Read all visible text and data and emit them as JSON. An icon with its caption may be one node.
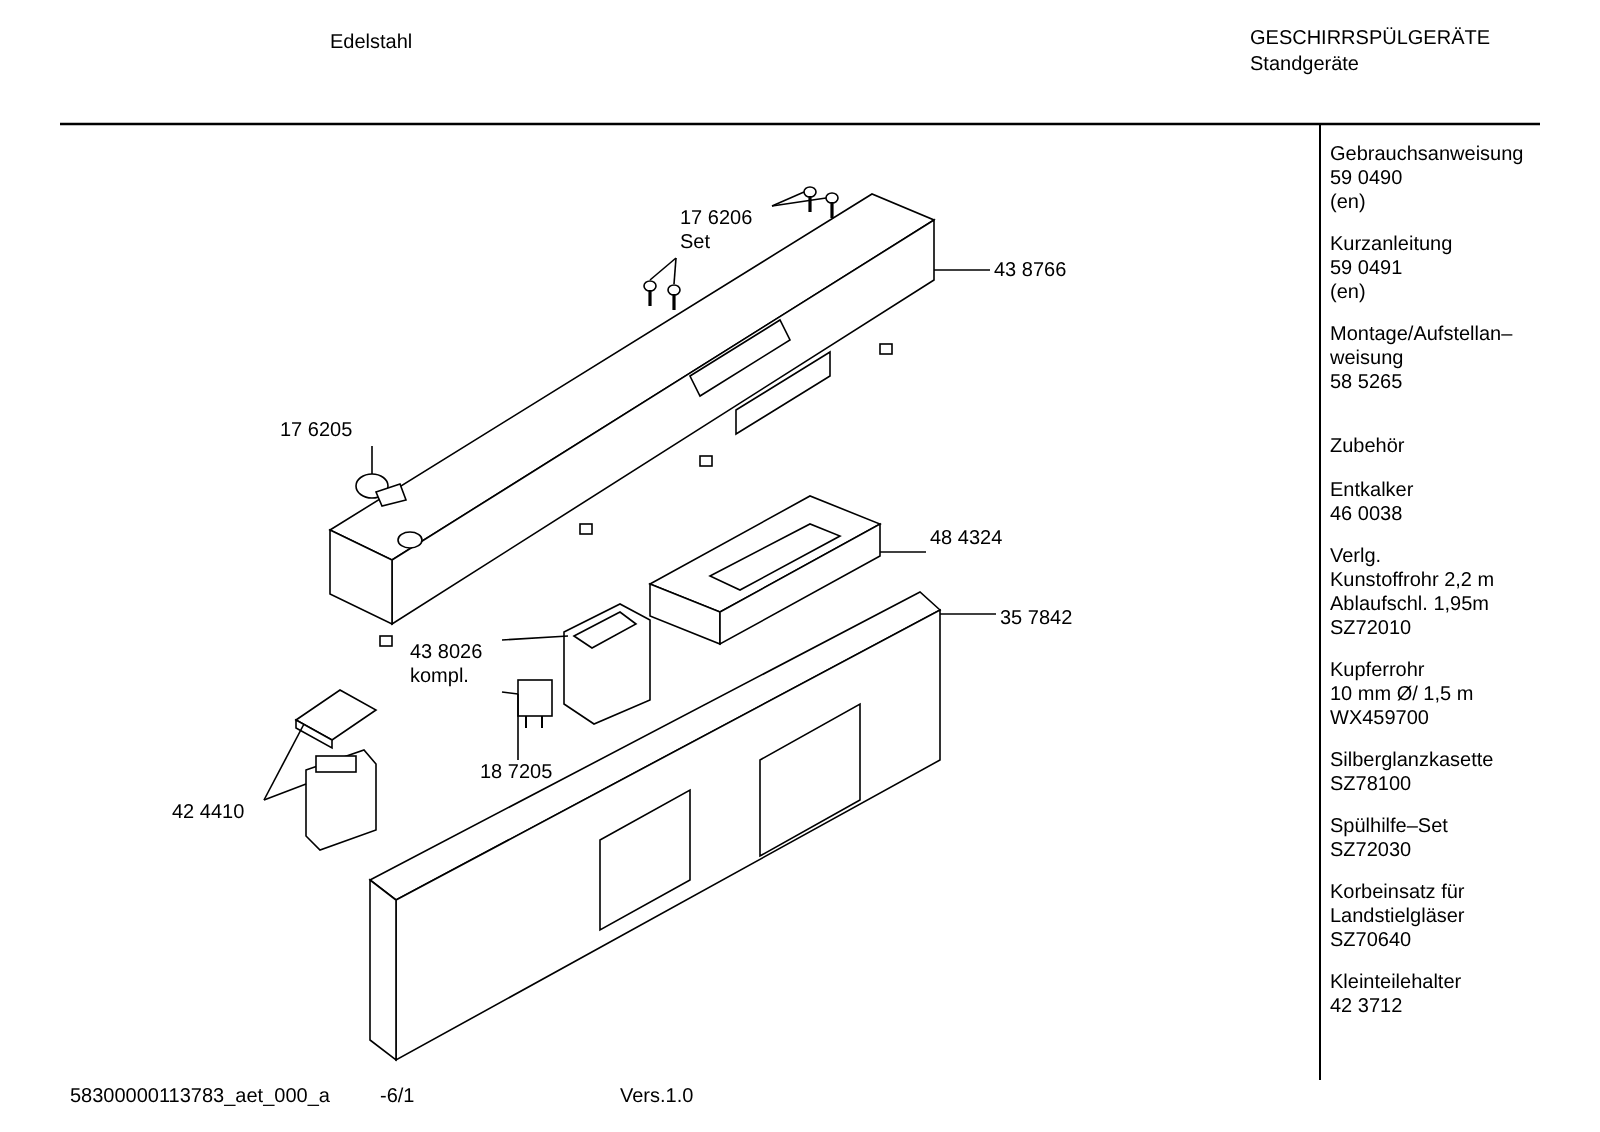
{
  "diagram": {
    "nodes": [
      {
        "text": [
          "17 6206 Set"
        ]
      },
      {
        "text": [],
        "shape": "picture"
      },
      {
        "text": [],
        "shape": "picture"
      },
      {
        "text": [],
        "shape": "picture"
      },
      {
        "text": [],
        "shape": "picture"
      },
      {
        "text": [
          "43 8766"
        ]
      },
      {
        "text": [],
        "shape": "picture"
      },
      {
        "text": [
          "17 6205"
        ]
      },
      {
        "text": [],
        "shape": "picture"
      },
      {
        "text": [
          "48 4324"
        ]
      },
      {
        "text": [],
        "shape": "picture"
      },
      {
        "text": [
          "35 7842"
        ]
      },
      {
        "text": [],
        "shape": "picture"
      },
      {
        "text": [
          "43 8026 kompl."
        ]
      },
      {
        "text": [],
        "shape": "picture"
      },
      {
        "text": [],
        "shape": "picture"
      },
      {
        "text": [
          "18 7205"
        ]
      },
      {
        "text": [
          "42 4410"
        ]
      },
      {
        "text": [],
        "shape": "picture"
      },
      {
        "text": [],
        "shape": "picture"
      }
    ],
    "edges": [
      {
        "from": 0,
        "to": 1,
        "arrow": "none"
      },
      {
        "from": 0,
        "to": 2,
        "arrow": "none"
      },
      {
        "from": 0,
        "to": 3,
        "arrow": "none"
      },
      {
        "from": 0,
        "to": 4,
        "arrow": "none"
      },
      {
        "from": 5,
        "to": 6,
        "arrow": "none"
      },
      {
        "from": 7,
        "to": 8,
        "arrow": "none"
      },
      {
        "from": 9,
        "to": 10,
        "arrow": "none"
      },
      {
        "from": 11,
        "to": 12,
        "arrow": "none"
      },
      {
        "from": 13,
        "to": 14,
        "arrow": "none"
      },
      {
        "from": 13,
        "to": 15,
        "arrow": "none"
      },
      {
        "from": 16,
        "to": 15,
        "arrow": "none"
      },
      {
        "from": 17,
        "to": 18,
        "arrow": "none"
      },
      {
        "from": 17,
        "to": 19,
        "arrow": "none"
      }
    ],
    "labels": [
      "Edelstahl",
      "GESCHIRRSPÜLGERÄTE",
      "Standgeräte",
      "Gebrauchsanweisung",
      "59 0490",
      "(en)",
      "Kurzanleitung",
      "59 0491",
      "(en)",
      "Montage/Aufstellan–",
      "weisung",
      "58 5265",
      "Zubehör",
      "Entkalker",
      "46 0038",
      "Verlg.",
      "Kunstoffrohr 2,2 m",
      "Ablaufschl. 1,95m",
      "SZ72010",
      "Kupferrohr",
      "10 mm Ø/ 1,5 m",
      "WX459700",
      "Silberglanzkasette",
      "SZ78100",
      "Spülhilfe–Set",
      "SZ72030",
      "Korbeinsatz für",
      "Landstielgläser",
      "SZ70640",
      "Kleinteilehalter",
      "42 3712",
      "58300000113783_aet_000_a",
      "-6/1",
      "Vers.1.0"
    ]
  }
}
